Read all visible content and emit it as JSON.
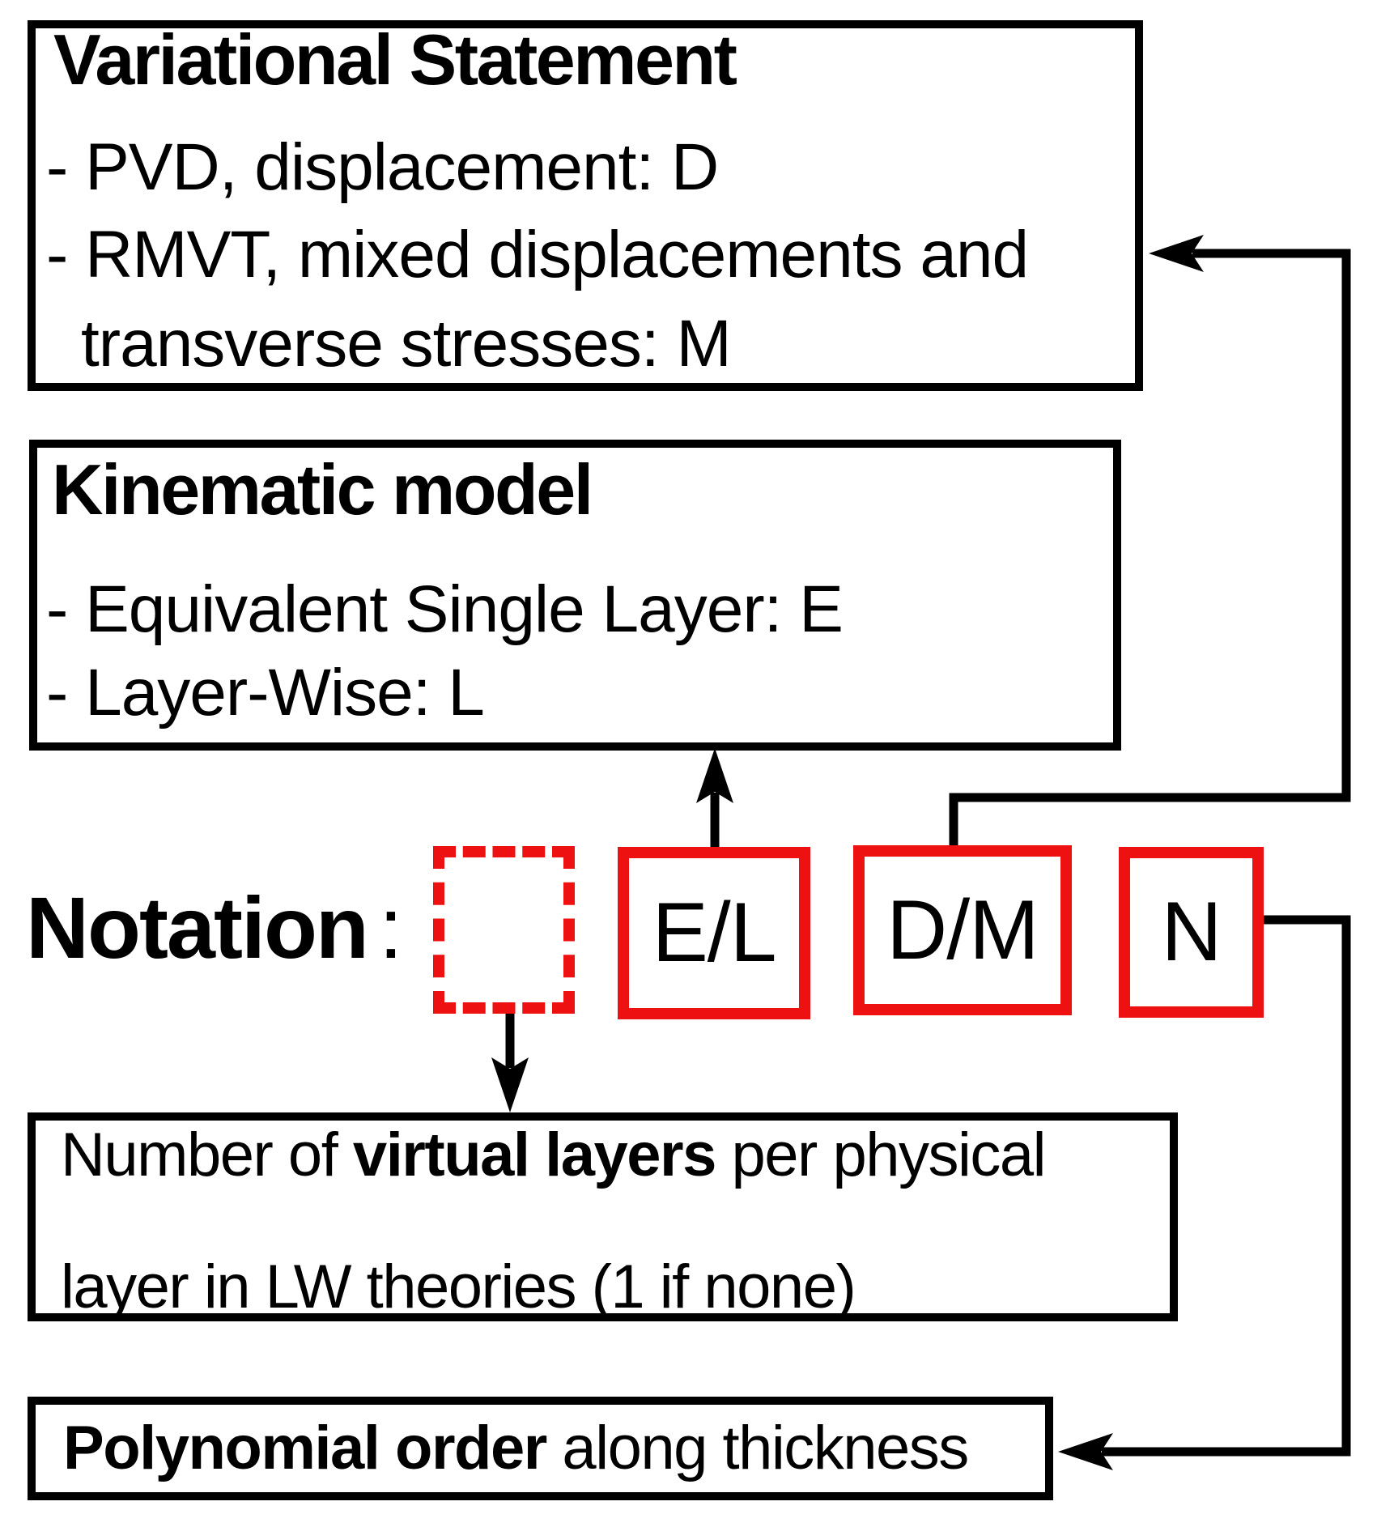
{
  "colors": {
    "box_border": "#000000",
    "slot_red": "#ee1111",
    "text": "#000000",
    "background": "#ffffff"
  },
  "variational_box": {
    "title": "Variational Statement",
    "items": [
      "- PVD, displacement: D",
      "- RMVT, mixed displacements and",
      "transverse stresses: M"
    ]
  },
  "kinematic_box": {
    "title": "Kinematic model",
    "items": [
      "- Equivalent Single Layer: E",
      "- Layer-Wise: L"
    ]
  },
  "notation": {
    "label": "Notation",
    "colon": ":",
    "slots": [
      {
        "id": "virtual-layers-count",
        "label": "",
        "style": "dashed-red"
      },
      {
        "id": "kinematic-model",
        "label": "E/L",
        "style": "solid-red"
      },
      {
        "id": "variational-statement",
        "label": "D/M",
        "style": "solid-red"
      },
      {
        "id": "polynomial-order",
        "label": "N",
        "style": "solid-red"
      }
    ]
  },
  "virtual_layers_box": {
    "line1_prefix": "Number of ",
    "line1_bold": "virtual layers",
    "line1_suffix": " per physical",
    "line2": "layer in LW theories (1 if none)"
  },
  "polynomial_box": {
    "line_bold": "Polynomial order",
    "line_rest": " along thickness"
  }
}
